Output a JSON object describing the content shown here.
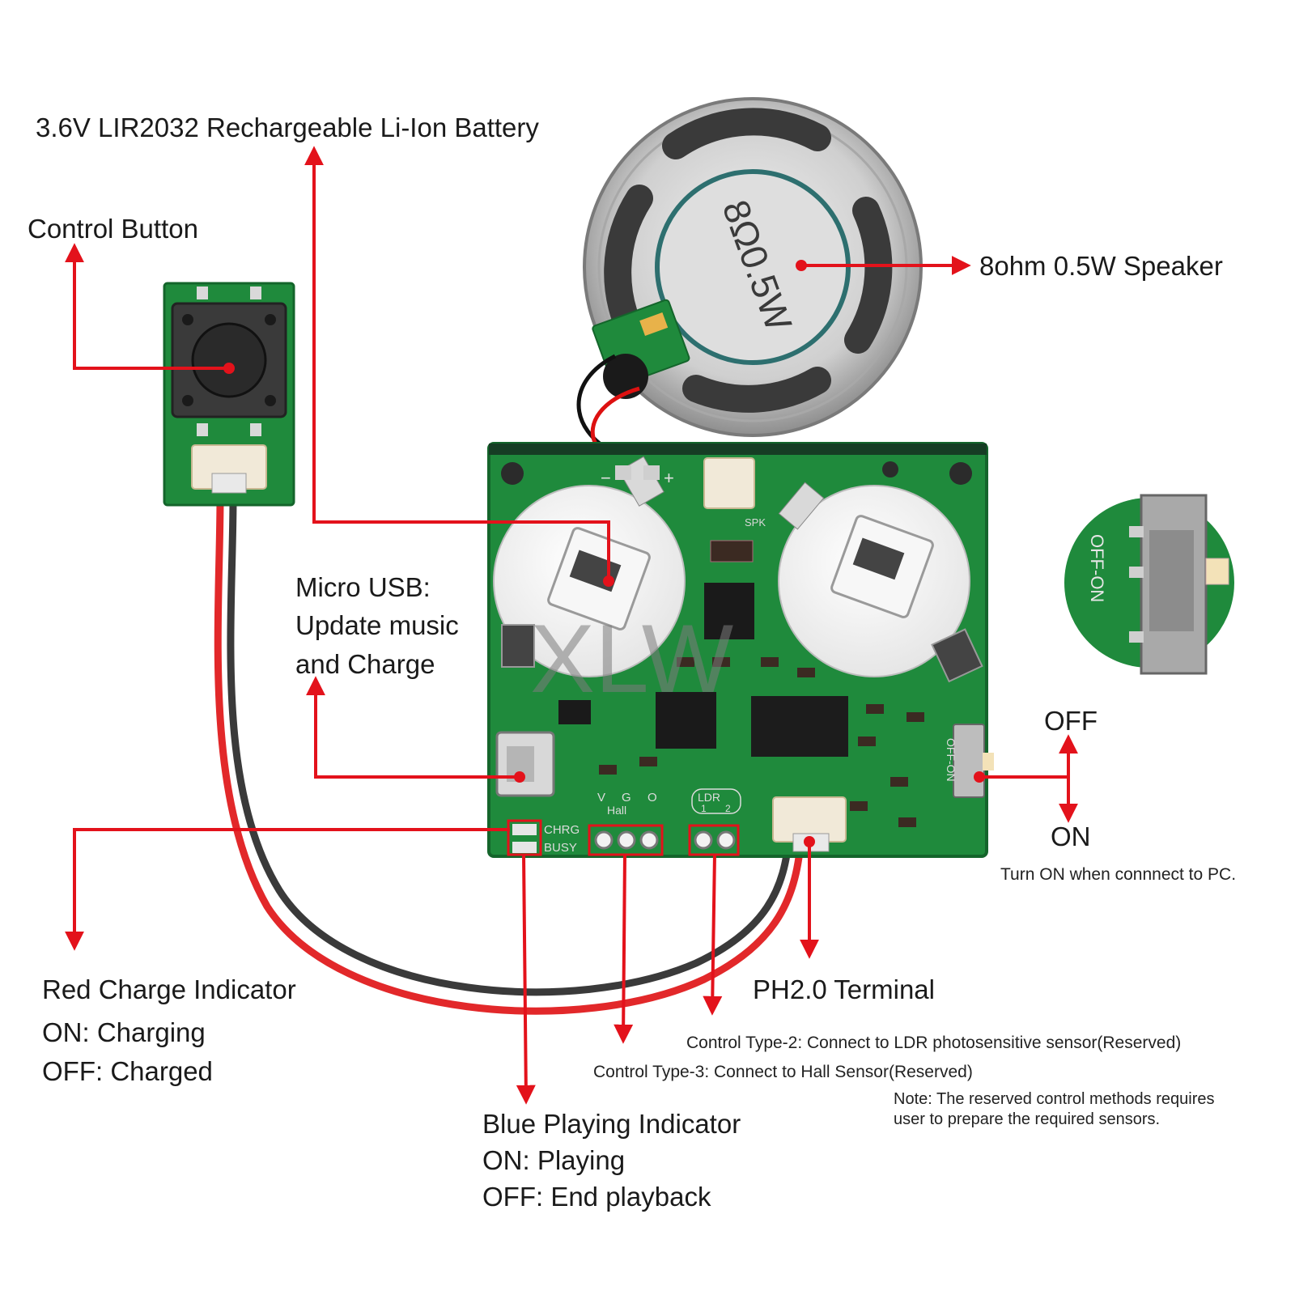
{
  "labels": {
    "battery": "3.6V LIR2032 Rechargeable Li-Ion Battery",
    "control_button": "Control Button",
    "speaker": "8ohm 0.5W Speaker",
    "micro_usb_1": "Micro USB:",
    "micro_usb_2": "Update music",
    "micro_usb_3": "and Charge",
    "off": "OFF",
    "on": "ON",
    "turn_on_note": "Turn ON when connnect to PC.",
    "red_charge_title": "Red Charge Indicator",
    "red_charge_on": "ON: Charging",
    "red_charge_off": "OFF: Charged",
    "ph20": "PH2.0 Terminal",
    "control_type_2": "Control Type-2: Connect to LDR photosensitive sensor(Reserved)",
    "control_type_3": "Control Type-3: Connect to Hall Sensor(Reserved)",
    "note_1": "Note: The reserved control methods requires",
    "note_2": "user to prepare the required sensors.",
    "blue_title": "Blue Playing Indicator",
    "blue_on": "ON: Playing",
    "blue_off": "OFF: End playback"
  },
  "board_silkscreen": {
    "speaker_marking": "8Ω0.5W",
    "switch_marking": "OFF-ON",
    "chrg": "CHRG",
    "busy": "BUSY",
    "v": "V",
    "g": "G",
    "o": "O",
    "hall": "Hall",
    "ldr": "LDR",
    "pin1": "1",
    "pin2": "2",
    "spk": "SPK",
    "minus": "−",
    "plus": "+"
  },
  "watermark": "XLW",
  "colors": {
    "pcb": "#1f8a3c",
    "pcb_dark": "#17702f",
    "arrow": "#e3121b",
    "speaker_metal": "#c9c9c9",
    "battery_holder": "#f4f4f4"
  }
}
